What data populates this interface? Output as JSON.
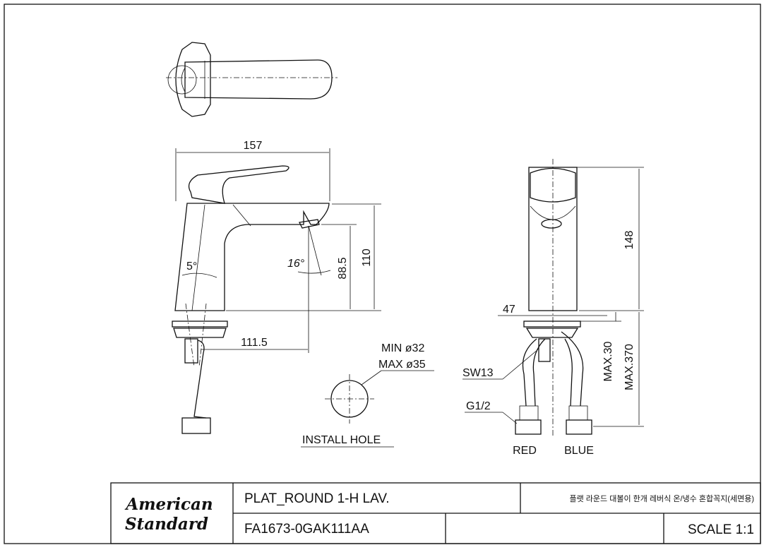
{
  "dimensions": {
    "overall_length": "157",
    "spout_reach": "111.5",
    "height_total": "110",
    "spout_height": "88.5",
    "handle_angle": "5°",
    "spout_angle": "16°",
    "side_height": "148",
    "base_width": "47",
    "max_30": "MAX.30",
    "max_370": "MAX.370",
    "wrench": "SW13",
    "thread": "G1/2"
  },
  "install_hole": {
    "min": "MIN ø32",
    "max": "MAX ø35",
    "label": "INSTALL HOLE"
  },
  "hoses": {
    "red": "RED",
    "blue": "BLUE"
  },
  "title_block": {
    "brand_line1": "American",
    "brand_line2": "Standard",
    "product_name": "PLAT_ROUND 1-H LAV.",
    "product_name_korean": "플랫 라운드 대볼이 한개 레버식 온/냉수 혼합꼭지(세면용)",
    "model_number": "FA1673-0GAK111AA",
    "scale": "SCALE 1:1"
  }
}
